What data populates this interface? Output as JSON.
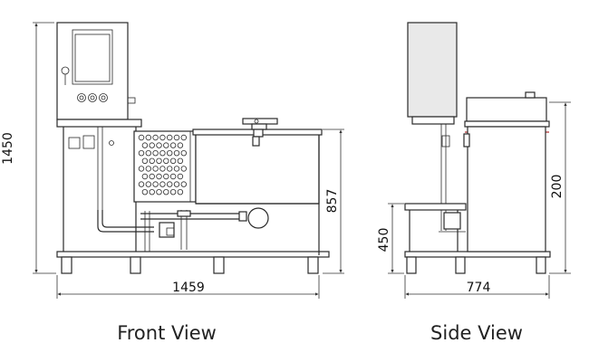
{
  "labels": {
    "front_height": "1450",
    "front_width": "1459",
    "front_tank_height": "857",
    "side_height": "200",
    "side_width": "774",
    "side_low_height": "450"
  },
  "captions": {
    "front": "Front View",
    "side": "Side View"
  },
  "colors": {
    "line": "#2a2a2a",
    "accent_band": "#b03030",
    "panel_fill": "#e9e9e9"
  }
}
